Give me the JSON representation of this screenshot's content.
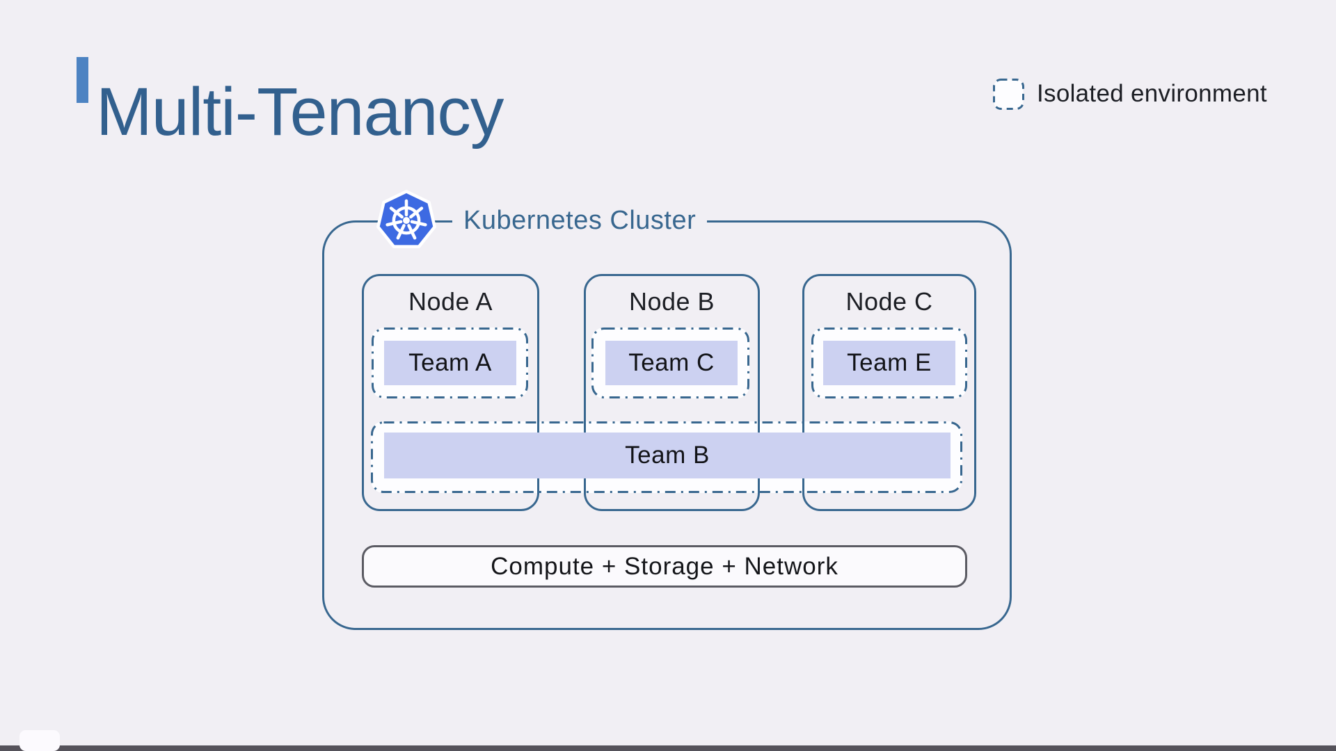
{
  "slide": {
    "title": "Multi-Tenancy",
    "legend": {
      "label": "Isolated environment"
    },
    "cluster": {
      "label": "Kubernetes Cluster",
      "nodes": [
        {
          "label": "Node A",
          "team": "Team A"
        },
        {
          "label": "Node B",
          "team": "Team C"
        },
        {
          "label": "Node C",
          "team": "Team E"
        }
      ],
      "shared_team": "Team B",
      "infrastructure": "Compute + Storage + Network"
    },
    "colors": {
      "background": "#f1eff4",
      "title_text": "#32608e",
      "accent_bar": "#4d83c2",
      "diagram_blue": "#38678f",
      "label_text": "#1c1e24",
      "team_fill": "#ccd1f1",
      "k8s_logo_blue": "#3d6ae2",
      "infra_border": "#5b5b63",
      "bottom_bar": "#55525a"
    }
  }
}
